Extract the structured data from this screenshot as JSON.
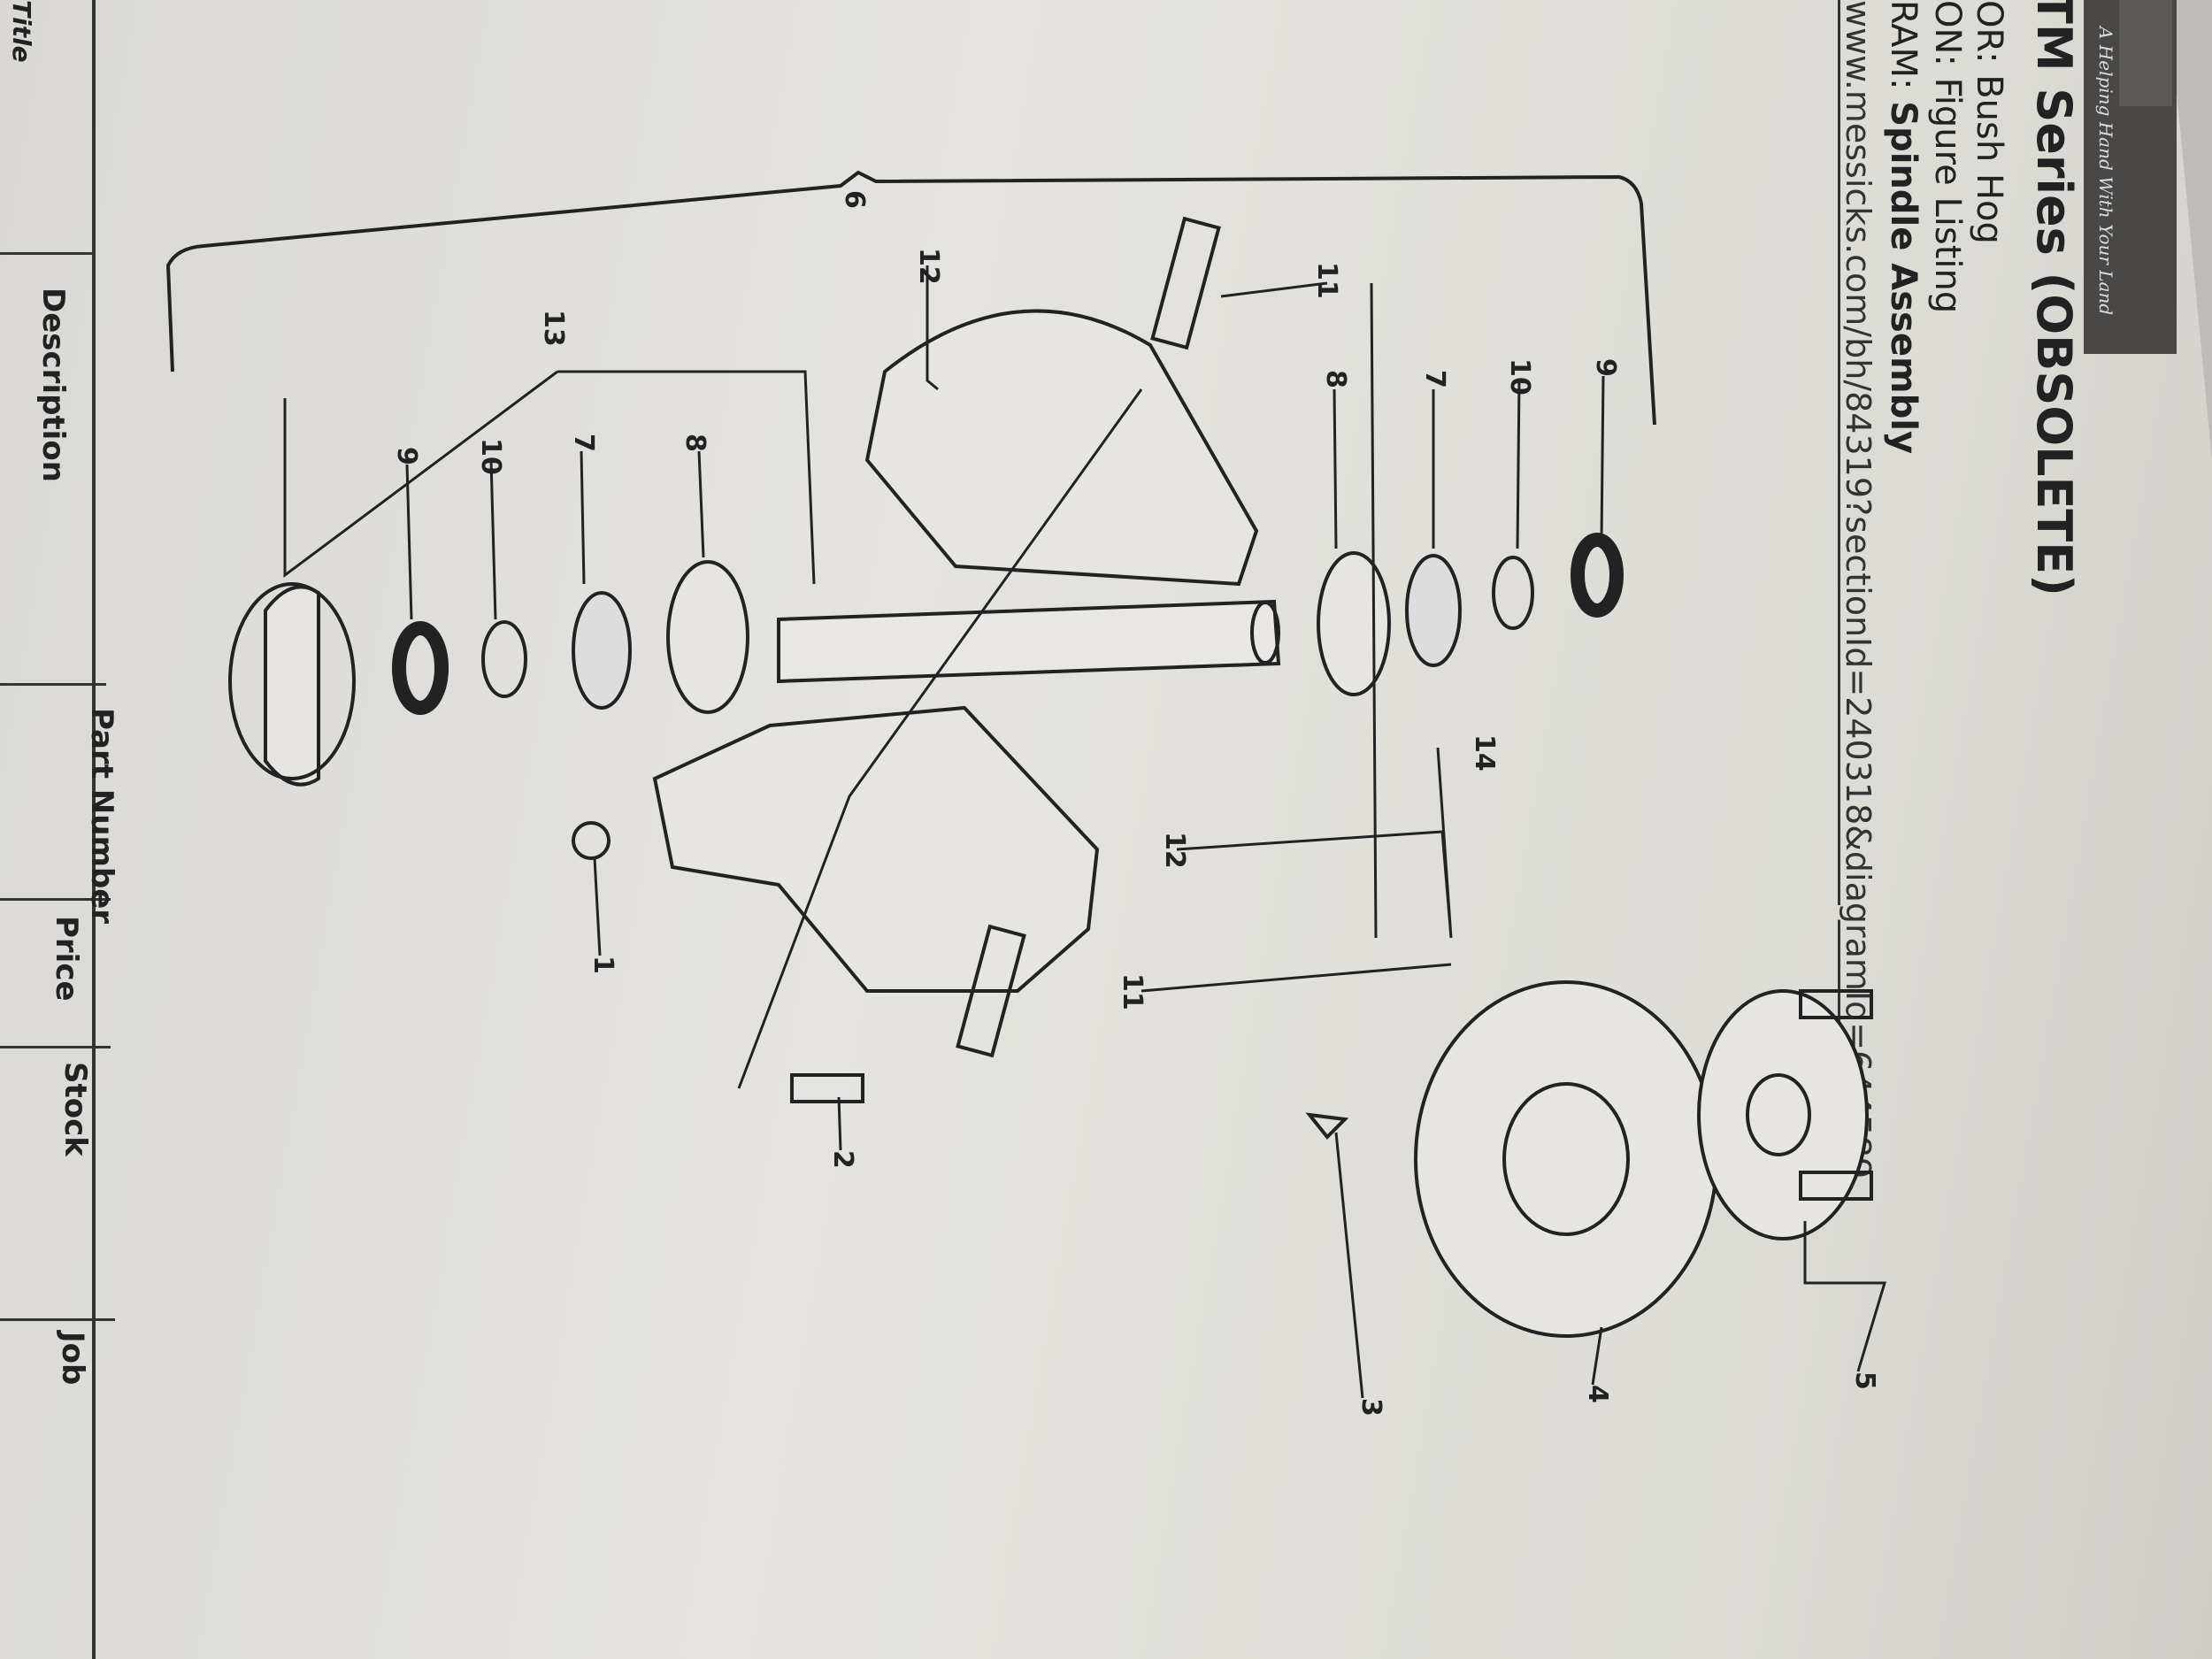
{
  "header": {
    "tagline": "A Helping Hand With Your Land",
    "title": "TM Series (OBSOLETE)",
    "vendor_line": "OR: Bush Hog",
    "section_prefix": "ON: ",
    "section_value": "Figure Listing",
    "diagram_prefix": "RAM: ",
    "diagram_value": "Spindle Assembly",
    "url": "www.messicks.com/bh/84319?sectionId=240318&diagramId=644589"
  },
  "table": {
    "headers": [
      "Title",
      "Description",
      "Part Number",
      "Price",
      "Stock",
      "Job"
    ]
  },
  "diagram": {
    "callouts": [
      "6",
      "12",
      "11",
      "9",
      "10",
      "7",
      "8",
      "13",
      "7",
      "8",
      "10",
      "9",
      "14",
      "12",
      "11",
      "1",
      "2",
      "3",
      "4",
      "5"
    ]
  }
}
